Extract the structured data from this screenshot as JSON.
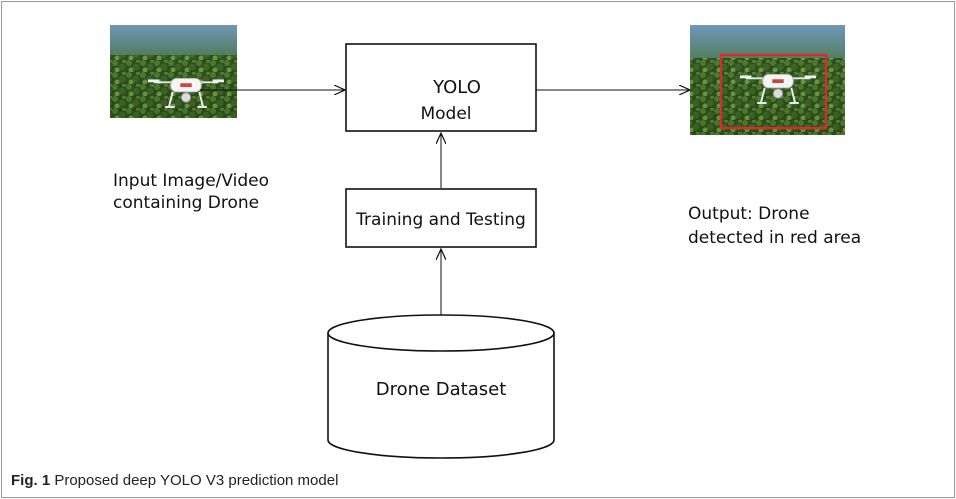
{
  "diagram": {
    "input_image": {
      "icon": "drone-photo",
      "label": [
        "Input Image/Video",
        "containing Drone"
      ]
    },
    "model_box": {
      "line1": "YOLO",
      "line2": "Model"
    },
    "training_box": {
      "label": "Training and Testing"
    },
    "dataset": {
      "label": "Drone Dataset"
    },
    "output_image": {
      "icon": "drone-photo-with-detection-box",
      "label": [
        "Output: Drone",
        "detected in red area"
      ]
    },
    "colors": {
      "detection_box": "#d32f2f",
      "foliage": "#2f4f1c",
      "sky": "#5a86a8",
      "frame_border": "#9a9a9a",
      "stroke": "#111111"
    }
  },
  "caption": {
    "label": "Fig. 1",
    "text": "Proposed deep YOLO V3 prediction model"
  }
}
